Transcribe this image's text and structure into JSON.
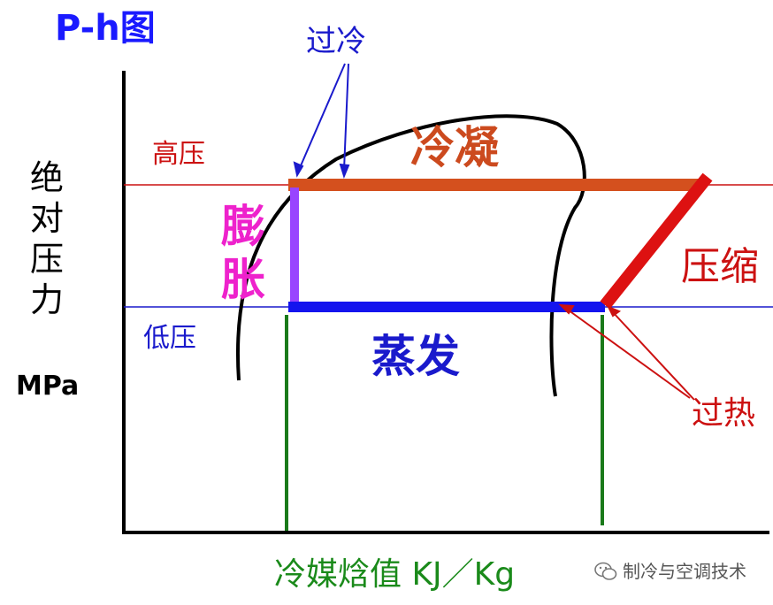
{
  "title": "P-h图",
  "y_axis": {
    "label": "绝对压力",
    "unit": "MPa"
  },
  "x_axis": {
    "label": "冷媒焓值  KJ／Kg"
  },
  "pressure_lines": {
    "high": "高压",
    "low": "低压"
  },
  "processes": {
    "condensation": "冷凝",
    "expansion": "膨胀",
    "compression": "压缩",
    "evaporation": "蒸发"
  },
  "annotations": {
    "subcooling": "过冷",
    "superheat": "过热"
  },
  "watermark": {
    "text": "制冷与空调技术",
    "icon": "wechat-icon"
  },
  "colors": {
    "high_pressure": "#cc1111",
    "low_pressure": "#1a1acc",
    "condensation": "#d4501e",
    "expansion": "#9944ff",
    "compression": "#dd1111",
    "evaporation": "#1414ee",
    "green_line": "#1a7a1a"
  }
}
